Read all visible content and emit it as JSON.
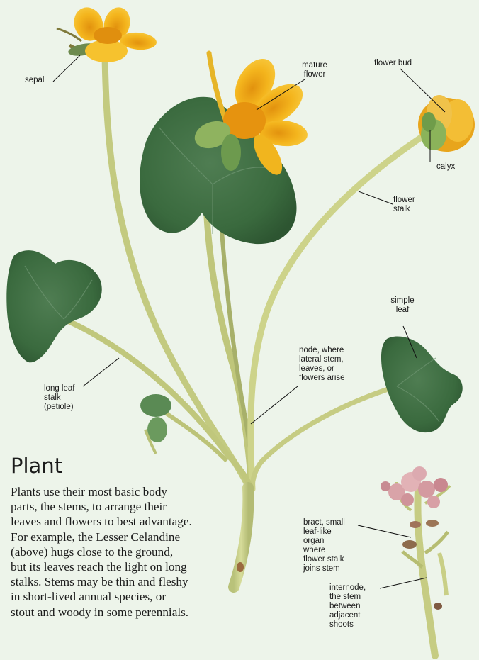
{
  "title": "Plant",
  "paragraph_lines": [
    "Plants use their most basic body",
    "parts, the stems, to arrange their",
    "leaves and flowers to best advantage.",
    "For example, the Lesser Celandine",
    "(above) hugs close to the ground,",
    "but its leaves reach the light on long",
    "stalks. Stems may be thin and fleshy",
    "in short-lived annual species, or",
    "stout and woody in some perennials."
  ],
  "labels": {
    "sepal": [
      "sepal"
    ],
    "mature_flower": [
      "mature",
      "flower"
    ],
    "flower_bud": [
      "flower bud"
    ],
    "calyx": [
      "calyx"
    ],
    "flower_stalk": [
      "flower",
      "stalk"
    ],
    "simple_leaf": [
      "simple",
      "leaf"
    ],
    "node": [
      "node, where",
      "lateral stem,",
      "leaves, or",
      "flowers arise"
    ],
    "long_leaf_stalk": [
      "long leaf",
      "stalk",
      "(petiole)"
    ],
    "bract": [
      "bract, small",
      "leaf-like",
      "organ",
      "where",
      "flower stalk",
      "joins stem"
    ],
    "internode": [
      "internode,",
      "the stem",
      "between",
      "adjacent",
      "shoots"
    ]
  },
  "colors": {
    "background": "#edf4ea",
    "petal": "#f2b81c",
    "leaf": "#3c6b40",
    "stem": "#c9cf87",
    "bract_plant_flower": "#d49aa0"
  }
}
